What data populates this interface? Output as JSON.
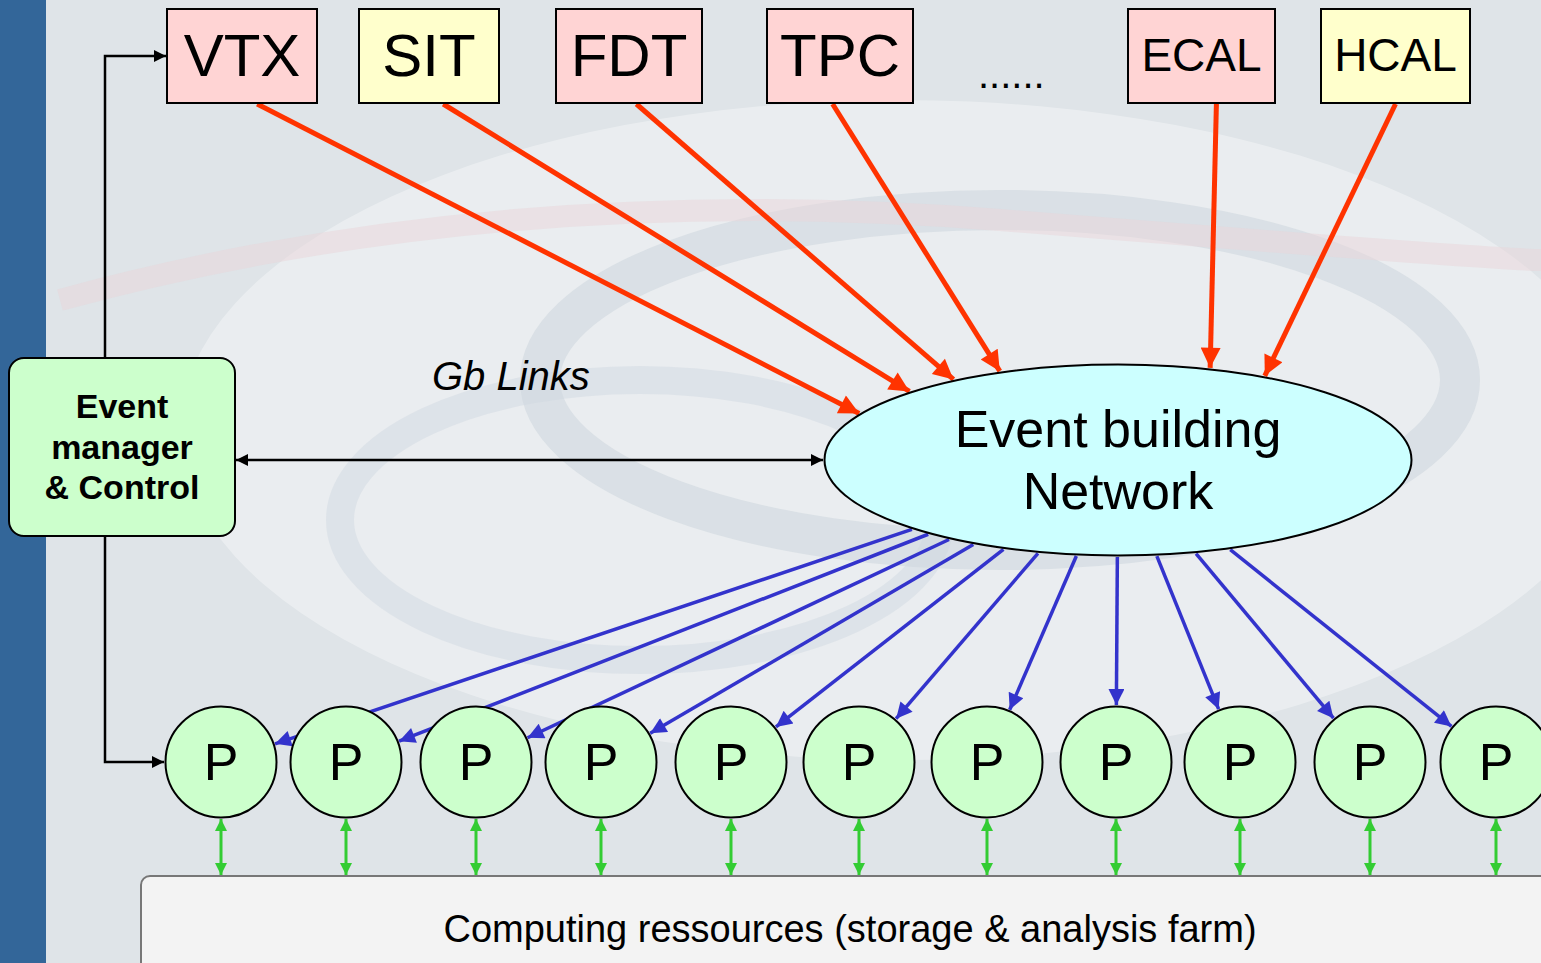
{
  "diagram": {
    "nodes": [
      {
        "text": [
          "VTX"
        ]
      },
      {
        "text": [
          "SIT"
        ]
      },
      {
        "text": [
          "FDT"
        ]
      },
      {
        "text": [
          "TPC"
        ]
      },
      {
        "text": [
          "ECAL"
        ]
      },
      {
        "text": [
          "HCAL"
        ]
      },
      {
        "text": [
          "Event manager & Control"
        ]
      },
      {
        "text": [
          "Event building Network"
        ]
      },
      {
        "text": [
          "P"
        ]
      },
      {
        "text": [
          "P"
        ]
      },
      {
        "text": [
          "P"
        ]
      },
      {
        "text": [
          "P"
        ]
      },
      {
        "text": [
          "P"
        ]
      },
      {
        "text": [
          "P"
        ]
      },
      {
        "text": [
          "P"
        ]
      },
      {
        "text": [
          "P"
        ]
      },
      {
        "text": [
          "P"
        ]
      },
      {
        "text": [
          "P"
        ]
      },
      {
        "text": [
          "P"
        ]
      },
      {
        "text": [
          "Computing ressources (storage & analysis farm)"
        ]
      }
    ],
    "edges": [
      {
        "from": 0,
        "to": 7,
        "arrow": "to"
      },
      {
        "from": 1,
        "to": 7,
        "arrow": "to"
      },
      {
        "from": 2,
        "to": 7,
        "arrow": "to"
      },
      {
        "from": 3,
        "to": 7,
        "arrow": "to"
      },
      {
        "from": 4,
        "to": 7,
        "arrow": "to"
      },
      {
        "from": 5,
        "to": 7,
        "arrow": "to"
      },
      {
        "from": 6,
        "to": 0,
        "arrow": "to"
      },
      {
        "from": 6,
        "to": 7,
        "arrow": "both"
      },
      {
        "from": 6,
        "to": 8,
        "arrow": "to"
      },
      {
        "from": 7,
        "to": 8,
        "arrow": "to"
      },
      {
        "from": 7,
        "to": 9,
        "arrow": "to"
      },
      {
        "from": 7,
        "to": 10,
        "arrow": "to"
      },
      {
        "from": 7,
        "to": 11,
        "arrow": "to"
      },
      {
        "from": 7,
        "to": 12,
        "arrow": "to"
      },
      {
        "from": 7,
        "to": 13,
        "arrow": "to"
      },
      {
        "from": 7,
        "to": 14,
        "arrow": "to"
      },
      {
        "from": 7,
        "to": 15,
        "arrow": "to"
      },
      {
        "from": 7,
        "to": 16,
        "arrow": "to"
      },
      {
        "from": 7,
        "to": 17,
        "arrow": "to"
      },
      {
        "from": 7,
        "to": 18,
        "arrow": "to"
      },
      {
        "from": 8,
        "to": 19,
        "arrow": "both"
      },
      {
        "from": 9,
        "to": 19,
        "arrow": "both"
      },
      {
        "from": 10,
        "to": 19,
        "arrow": "both"
      },
      {
        "from": 11,
        "to": 19,
        "arrow": "both"
      },
      {
        "from": 12,
        "to": 19,
        "arrow": "both"
      },
      {
        "from": 13,
        "to": 19,
        "arrow": "both"
      },
      {
        "from": 14,
        "to": 19,
        "arrow": "both"
      },
      {
        "from": 15,
        "to": 19,
        "arrow": "both"
      },
      {
        "from": 16,
        "to": 19,
        "arrow": "both"
      },
      {
        "from": 17,
        "to": 19,
        "arrow": "both"
      },
      {
        "from": 18,
        "to": 19,
        "arrow": "both"
      }
    ],
    "labels": [
      "......",
      "Gb Links"
    ]
  }
}
